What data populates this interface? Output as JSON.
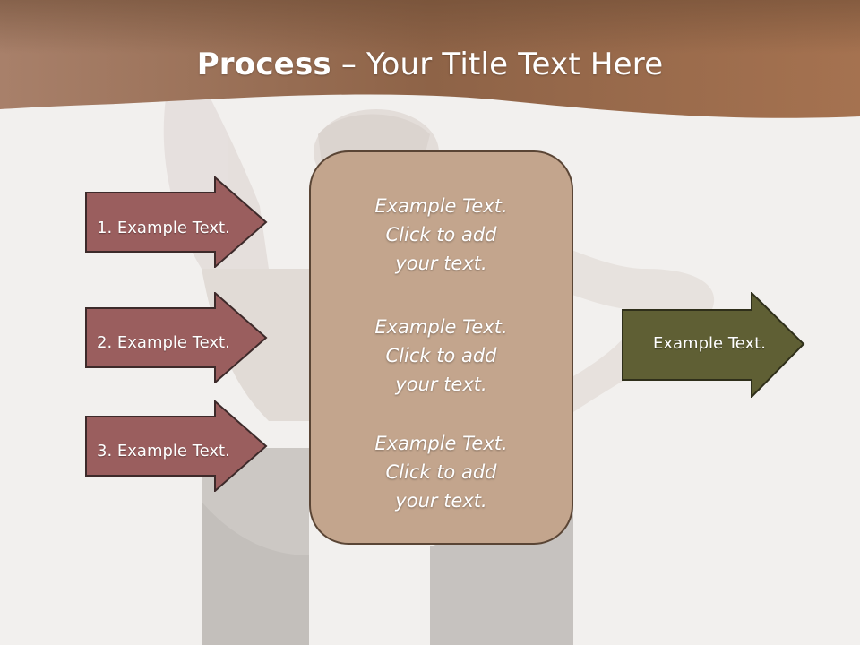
{
  "slide": {
    "title_bold": "Process",
    "title_rest": " – Your Title Text Here",
    "left_arrows": [
      "1. Example Text.",
      "2. Example Text.",
      "3. Example Text."
    ],
    "center_blocks": [
      [
        "Example Text.",
        "Click  to add",
        "your text."
      ],
      [
        "Example Text.",
        "Click  to add",
        "your text."
      ],
      [
        "Example Text.",
        "Click  to add",
        "your text."
      ]
    ],
    "right_arrow": "Example Text."
  },
  "colors": {
    "header_brown": "#8a5e42",
    "left_arrow_fill": "#9a5e5e",
    "center_box_fill": "#c3a58d",
    "right_arrow_fill": "#5f5f34"
  },
  "background_icon": "woman-silhouette"
}
